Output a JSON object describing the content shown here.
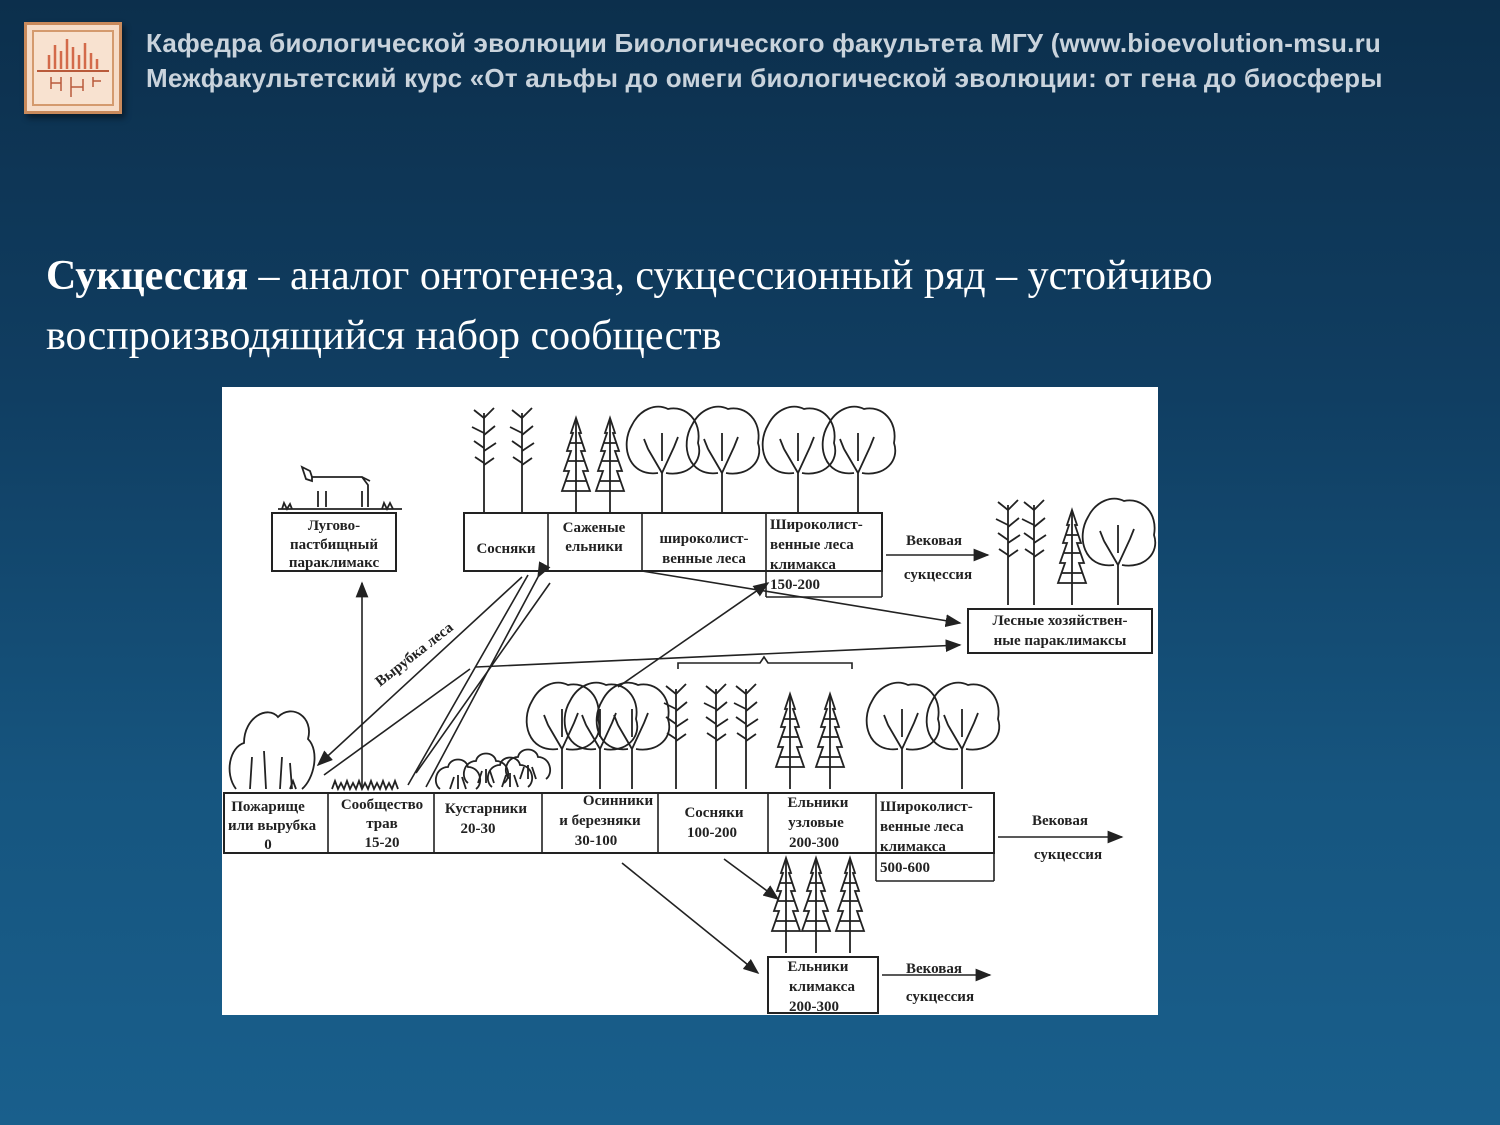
{
  "header": {
    "line1": "Кафедра биологической эволюции Биологического факультета МГУ (www.bioevolution-msu.ru",
    "line2": "Межфакультетский курс «От альфы до омеги биологической эволюции: от гена до биосферы"
  },
  "definition": {
    "term": "Сукцессия",
    "text": " – аналог онтогенеза, сукцессионный ряд – устойчиво воспроизводящийся набор сообществ"
  },
  "diagram": {
    "meadow": [
      "Лугово-",
      "пастбищный",
      "параклимакс"
    ],
    "logging": "Вырубка леса",
    "top_row": {
      "pine": "Сосняки",
      "planted_spruce": [
        "Саженые",
        "ельники"
      ],
      "broadleaf": [
        "широколист-",
        "венные леса"
      ],
      "broadleaf_climax": [
        "Широколист-",
        "венные леса",
        "климакса",
        "150-200"
      ]
    },
    "secular_top": [
      "Вековая",
      "сукцессия"
    ],
    "forest_paraclimax": [
      "Лесные хозяйствен-",
      "ные параклимаксы"
    ],
    "bottom_row": [
      {
        "lines": [
          "Пожарище",
          "или вырубка",
          "0"
        ]
      },
      {
        "lines": [
          "Сообщество",
          "трав",
          "15-20"
        ]
      },
      {
        "lines": [
          "Кустарники",
          "20-30"
        ]
      },
      {
        "lines": [
          "Осинники",
          "и березняки",
          "30-100"
        ]
      },
      {
        "lines": [
          "Сосняки",
          "100-200"
        ]
      },
      {
        "lines": [
          "Ельники",
          "узловые",
          "200-300"
        ]
      },
      {
        "lines": [
          "Широколист-",
          "венные леса",
          "климакса",
          "500-600"
        ]
      }
    ],
    "secular_bottom": [
      "Вековая",
      "сукцессия"
    ],
    "spruce_climax": [
      "Ельники",
      "климакса",
      "200-300"
    ],
    "secular_spruce": [
      "Вековая",
      "сукцессия"
    ]
  }
}
